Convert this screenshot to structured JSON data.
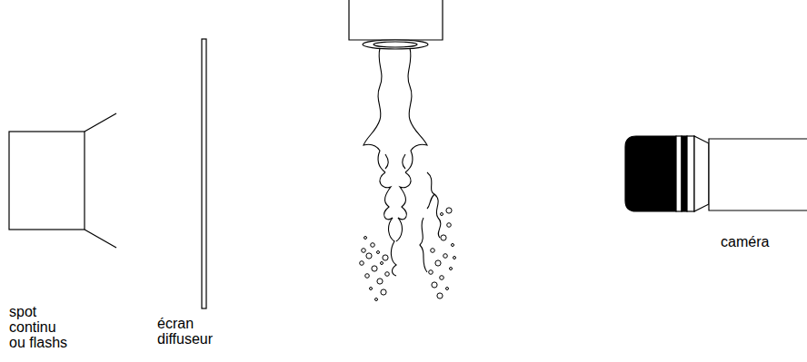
{
  "diagram": {
    "labels": [
      "spot continu ou flashs",
      "écran diffuseur",
      "caméra"
    ]
  }
}
